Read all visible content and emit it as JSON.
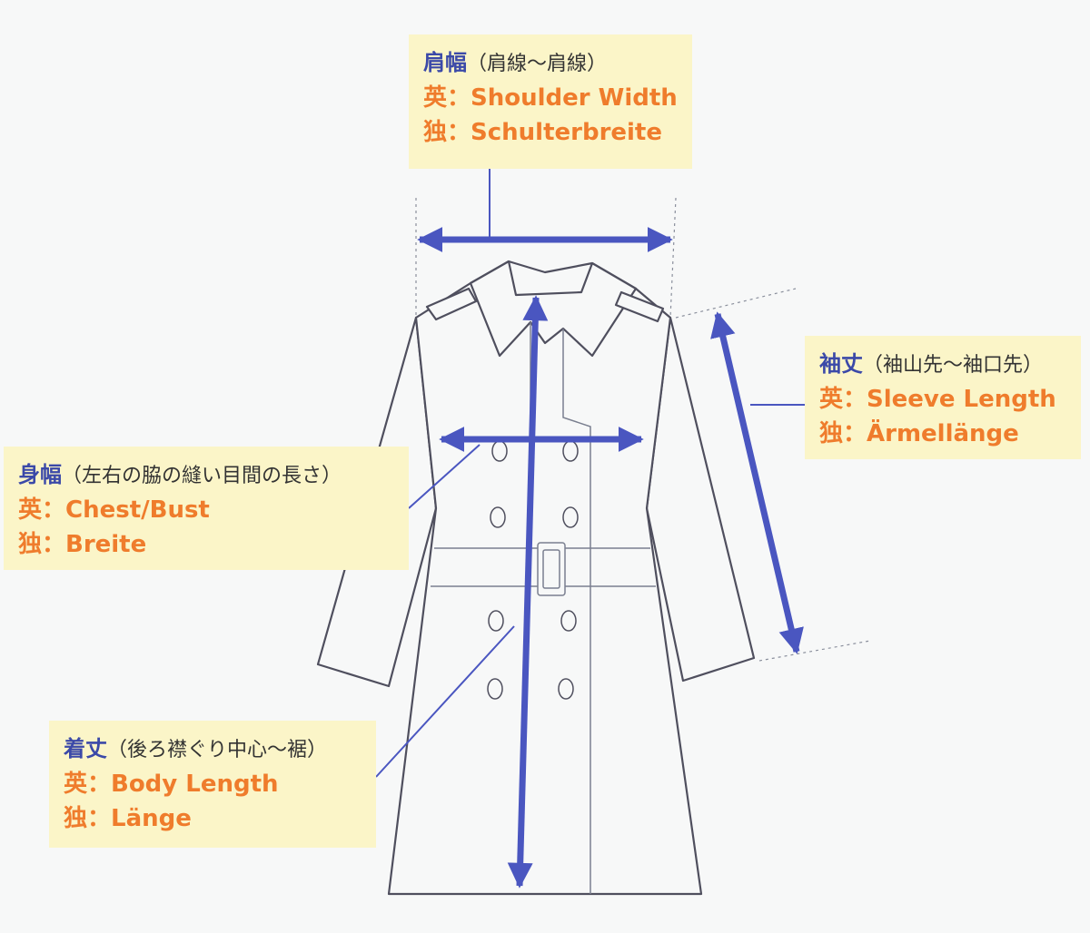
{
  "colors": {
    "arrow": "#4a56c0",
    "label_bg": "#fbf5c8",
    "term": "#3b49a8",
    "translation": "#ef7c2c",
    "outline": "#4f4f5e"
  },
  "labels": {
    "shoulder": {
      "term": "肩幅",
      "desc": "（肩線～肩線）",
      "en": "英：Shoulder Width",
      "de": "独：Schulterbreite"
    },
    "sleeve": {
      "term": "袖丈",
      "desc": "（袖山先～袖口先）",
      "en": "英：Sleeve Length",
      "de": "独：Ärmellänge"
    },
    "chest": {
      "term": "身幅",
      "desc": "（左右の脇の縫い目間の長さ）",
      "en": "英：Chest/Bust",
      "de": "独：Breite"
    },
    "body": {
      "term": "着丈",
      "desc": "（後ろ襟ぐり中心～裾）",
      "en": "英：Body Length",
      "de": "独：Länge"
    }
  }
}
